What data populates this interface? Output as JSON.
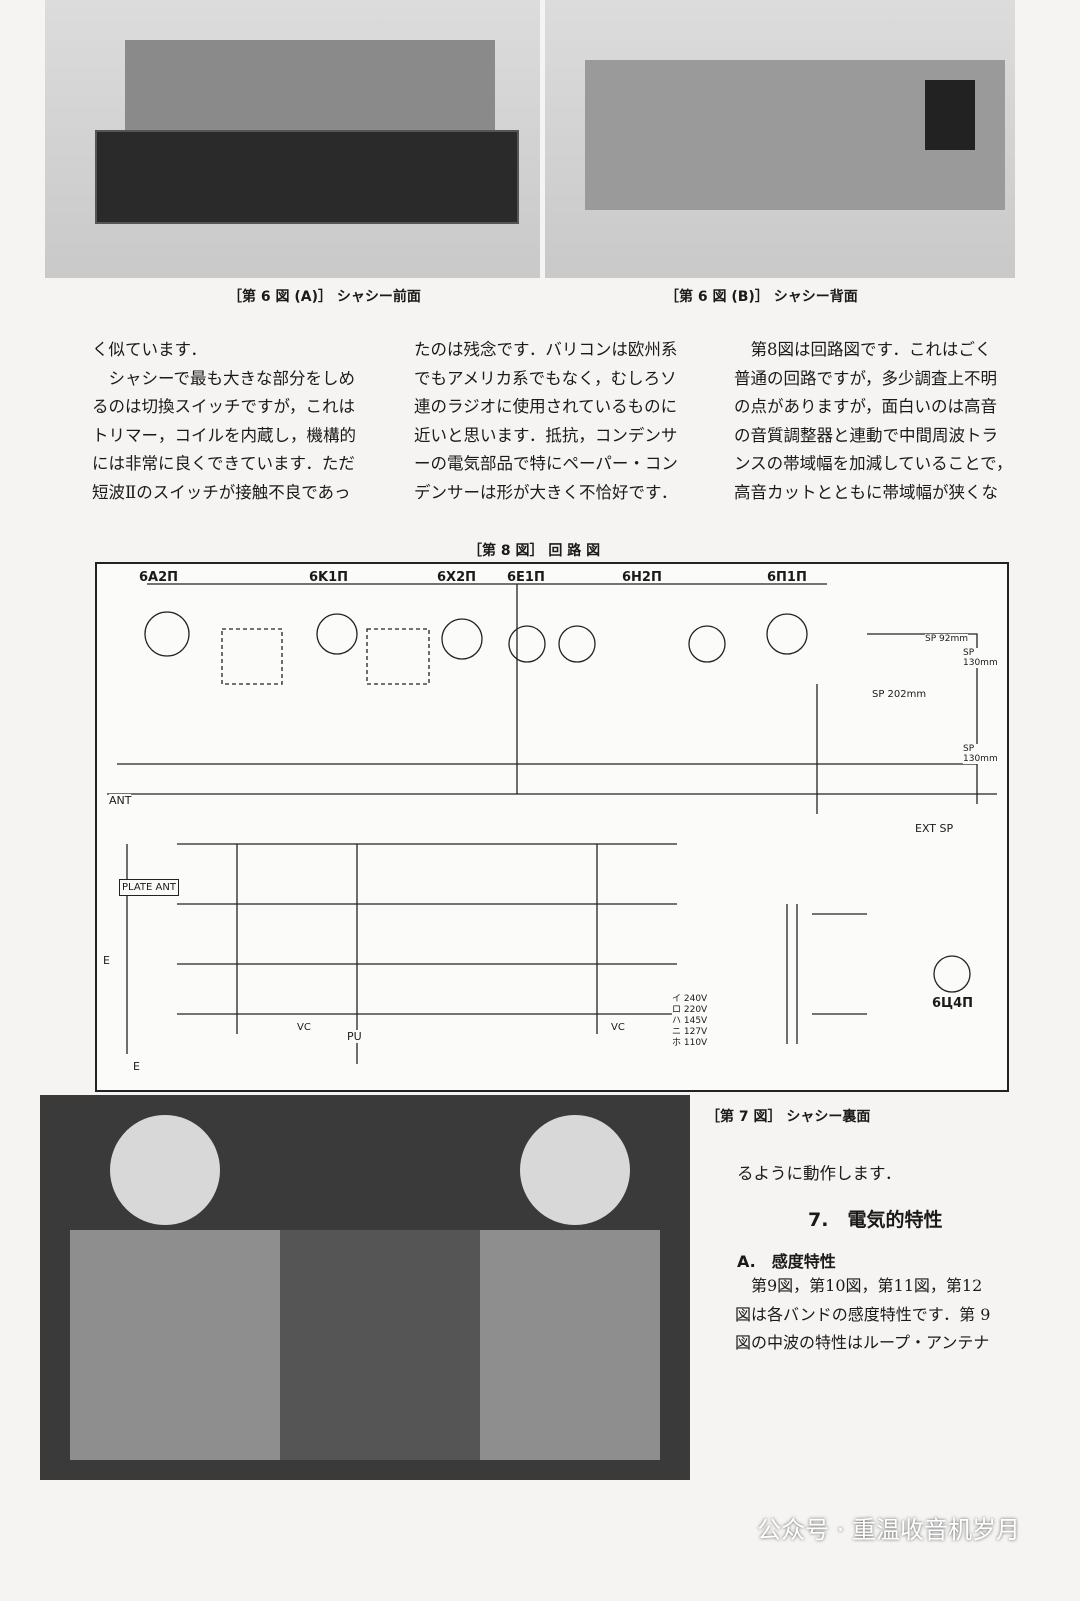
{
  "captions": {
    "fig6a": "［第 6 図 (A)］ シャシー前面",
    "fig6b": "［第 6 図 (B)］ シャシー背面",
    "fig8": "［第 8 図］ 回 路 図",
    "fig7": "［第 7 図］ シャシー裏面"
  },
  "columns": [
    [
      "く似ています．",
      "　シャシーで最も大きな部分をしめ",
      "るのは切換スイッチですが，これは",
      "トリマー，コイルを内蔵し，機構的",
      "には非常に良くできています．ただ",
      "短波Ⅱのスイッチが接触不良であっ"
    ],
    [
      "たのは残念です．バリコンは欧州系",
      "でもアメリカ系でもなく，むしろソ",
      "連のラジオに使用されているものに",
      "近いと思います．抵抗，コンデンサ",
      "ーの電気部品で特にペーパー・コン",
      "デンサーは形が大きく不恰好です．"
    ],
    [
      "　第8図は回路図です．これはごく",
      "普通の回路ですが，多少調査上不明",
      "の点がありますが，面白いのは高音",
      "の音質調整器と連動で中間周波トラ",
      "ンスの帯域幅を加減していることで，",
      "高音カットとともに帯域幅が狭くな"
    ]
  ],
  "schematic": {
    "tubes": [
      "6A2П",
      "6K1П",
      "6X2П",
      "6E1П",
      "6H2П",
      "6П1П",
      "6Ц4П"
    ],
    "labels": [
      "ANT",
      "PLATE ANT",
      "E",
      "E",
      "PU",
      "EXT SP",
      "SP 202mm",
      "SP 92mm",
      "SP 130mm",
      "SP 130mm",
      "VC",
      "VC"
    ],
    "voltages": [
      "イ 240V",
      "ロ 220V",
      "ハ 145V",
      "ニ 127V",
      "ホ 110V"
    ]
  },
  "right_text": {
    "line1": "るように動作します．",
    "heading": "7.　電気的特性",
    "subheading": "A.　感度特性",
    "body": [
      "　第9図，第10図，第11図，第12",
      "図は各バンドの感度特性です．第 9",
      "図の中波の特性はループ・アンテナ"
    ]
  },
  "watermark": "公众号 · 重温收音机岁月"
}
